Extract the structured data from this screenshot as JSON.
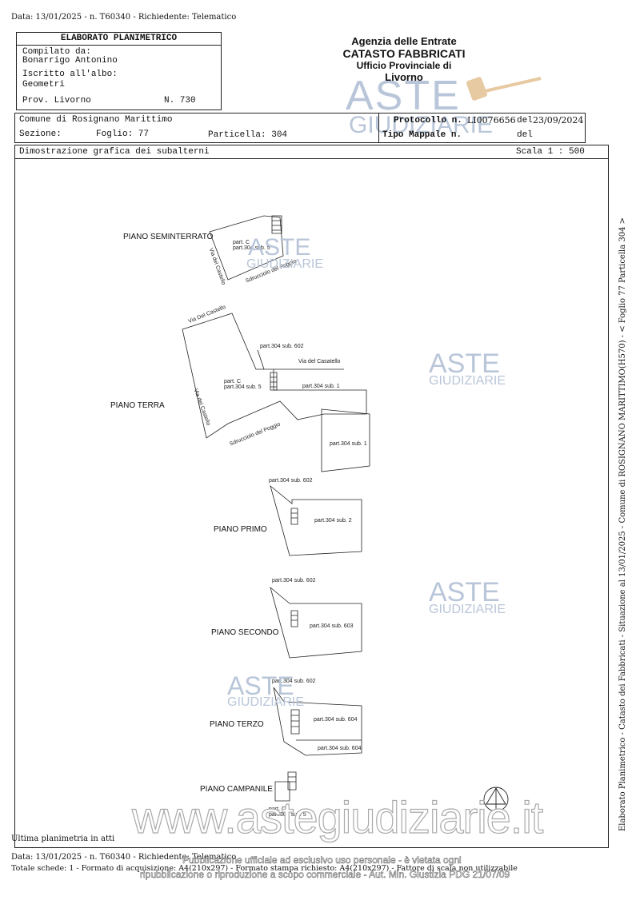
{
  "top_note": "Data: 13/01/2025 - n. T60340 - Richiedente: Telematico",
  "header": {
    "title": "ELABORATO PLANIMETRICO",
    "compiled_by_label": "Compilato da:",
    "compiled_by": "Bonarrigo Antonino",
    "registered_label": "Iscritto all'albo:",
    "registered": "Geometri",
    "province": "Prov. Livorno",
    "number": "N. 730"
  },
  "agency": {
    "line1": "Agenzia delle Entrate",
    "line2": "CATASTO FABBRICATI",
    "line3": "Ufficio Provinciale di",
    "line4": "Livorno"
  },
  "info": {
    "comune": "Comune di Rosignano Marittimo",
    "sezione": "Sezione:",
    "foglio": "Foglio: 77",
    "particella": "Particella: 304",
    "protocollo_label": "Protocollo n.",
    "protocollo": "LI0076656",
    "del_label": "del",
    "date": "23/09/2024",
    "tipo_mappale": "Tipo Mappale n.",
    "del2": "del"
  },
  "section": {
    "title": "Dimostrazione grafica dei subalterni",
    "scale": "Scala 1 : 500"
  },
  "floors": {
    "seminterrato": "PIANO SEMINTERRATO",
    "terra": "PIANO TERRA",
    "primo": "PIANO PRIMO",
    "secondo": "PIANO SECONDO",
    "terzo": "PIANO TERZO",
    "campanile": "PIANO CAMPANILE"
  },
  "labels": {
    "partC": "part. C",
    "p304s5": "part.304 sub. 5",
    "via_castello": "Via del Castello",
    "via_castello2": "Via Del Castello",
    "sdrucciolo": "Sdrucciolo del Poggio",
    "via_casatello": "Via del Casatello",
    "p304s602": "part.304 sub. 602",
    "p304s1": "part.304 sub. 1",
    "p304s2": "part.304 sub. 2",
    "p304s603": "part.304 sub. 603",
    "p304s604": "part.304 sub. 604"
  },
  "watermark": {
    "aste": "ASTE",
    "giudiziarie": "GIUDIZIARIE",
    "site": "www.astegiudiziarie.it"
  },
  "side_text": "Elaborato Planimetrico - Catasto dei Fabbricati - Situazione al 13/01/2025 - Comune di ROSIGNANO MARITTIMO(H570) - < Foglio 77 Particella 304 >",
  "footer": {
    "last": "Ultima planimetria in atti",
    "line1": "Data: 13/01/2025 - n. T60340 - Richiedente: Telematico",
    "line2": "Totale schede: 1 - Formato di acquisizione: A4(210x297) - Formato stampa richiesto: A4(210x297) - Fattore di scala non utilizzabile",
    "notice1": "Pubblicazione ufficiale ad esclusivo uso personale - è vietata ogni",
    "notice2": "ripubblicazione o riproduzione a scopo commerciale - Aut. Min. Giustizia PDG 21/07/09"
  }
}
